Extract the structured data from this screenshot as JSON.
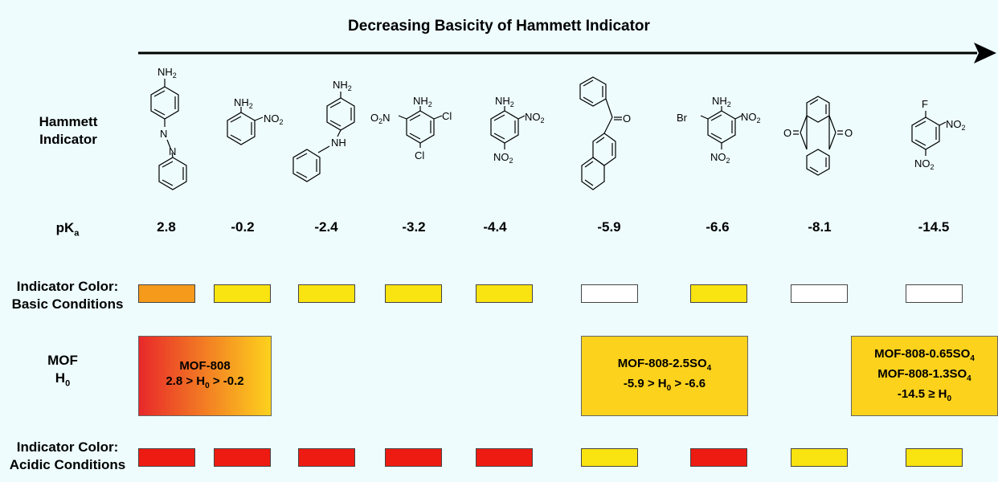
{
  "header": {
    "title": "Decreasing Basicity of Hammett Indicator"
  },
  "rows": {
    "indicator_line1": "Hammett",
    "indicator_line2": "Indicator",
    "pka_main": "pK",
    "pka_sub": "a",
    "basic_line1": "Indicator Color:",
    "basic_line2": "Basic Conditions",
    "mof_line1": "MOF",
    "mof_h": "H",
    "mof_h_sub": "0",
    "acidic_line1": "Indicator Color:",
    "acidic_line2": "Acidic Conditions"
  },
  "indicators": [
    {
      "pka": "2.8",
      "basic_color": "#f59a1a",
      "acidic_color": "#ee1b12"
    },
    {
      "pka": "-0.2",
      "basic_color": "#f9e310",
      "acidic_color": "#ee1b12"
    },
    {
      "pka": "-2.4",
      "basic_color": "#f9e310",
      "acidic_color": "#ee1b12"
    },
    {
      "pka": "-3.2",
      "basic_color": "#f9e310",
      "acidic_color": "#ee1b12"
    },
    {
      "pka": "-4.4",
      "basic_color": "#f9e310",
      "acidic_color": "#ee1b12"
    },
    {
      "pka": "-5.9",
      "basic_color": "#ffffff",
      "acidic_color": "#f9e310"
    },
    {
      "pka": "-6.6",
      "basic_color": "#f9e310",
      "acidic_color": "#ee1b12"
    },
    {
      "pka": "-8.1",
      "basic_color": "#ffffff",
      "acidic_color": "#f9e310"
    },
    {
      "pka": "-14.5",
      "basic_color": "#ffffff",
      "acidic_color": "#f9e310"
    }
  ],
  "mof_boxes": {
    "mof808": {
      "name": "MOF-808",
      "range_pre": "2.8 > H",
      "range_sub": "0",
      "range_post": " > -0.2"
    },
    "mof808_25": {
      "name_pre": "MOF-808-2.5SO",
      "name_sub": "4",
      "range_pre": "-5.9 > H",
      "range_sub": "0",
      "range_post": " > -6.6"
    },
    "mof808_065": {
      "name1_pre": "MOF-808-0.65SO",
      "name1_sub": "4",
      "name2_pre": "MOF-808-1.3SO",
      "name2_sub": "4",
      "range_pre": "-14.5 ≥ H",
      "range_sub": "0"
    }
  },
  "structures": {
    "s1": {
      "nh2": "NH",
      "nh2_sub": "2",
      "n1": "N",
      "n2": "N"
    },
    "s2": {
      "nh2": "NH",
      "nh2_sub": "2",
      "no2": "NO",
      "no2_sub": "2"
    },
    "s3": {
      "nh2": "NH",
      "nh2_sub": "2",
      "nh": "NH"
    },
    "s4": {
      "nh2": "NH",
      "nh2_sub": "2",
      "o2n_pre": "O",
      "o2n_sub": "2",
      "o2n_post": "N",
      "cl1": "Cl",
      "cl2": "Cl"
    },
    "s5": {
      "nh2": "NH",
      "nh2_sub": "2",
      "no2a": "NO",
      "no2a_sub": "2",
      "no2b": "NO",
      "no2b_sub": "2"
    },
    "s6": {
      "o": "O"
    },
    "s7": {
      "br": "Br",
      "nh2": "NH",
      "nh2_sub": "2",
      "no2a": "NO",
      "no2a_sub": "2",
      "no2b": "NO",
      "no2b_sub": "2"
    },
    "s8": {
      "o1": "O",
      "o2": "O"
    },
    "s9": {
      "f": "F",
      "no2a": "NO",
      "no2a_sub": "2",
      "no2b": "NO",
      "no2b_sub": "2"
    }
  },
  "colors": {
    "background": "#eefcfd",
    "mof808_gradient_start": "#e8282a",
    "mof808_gradient_end": "#fdd21d",
    "mof_sulfated": "#fdd21d"
  }
}
